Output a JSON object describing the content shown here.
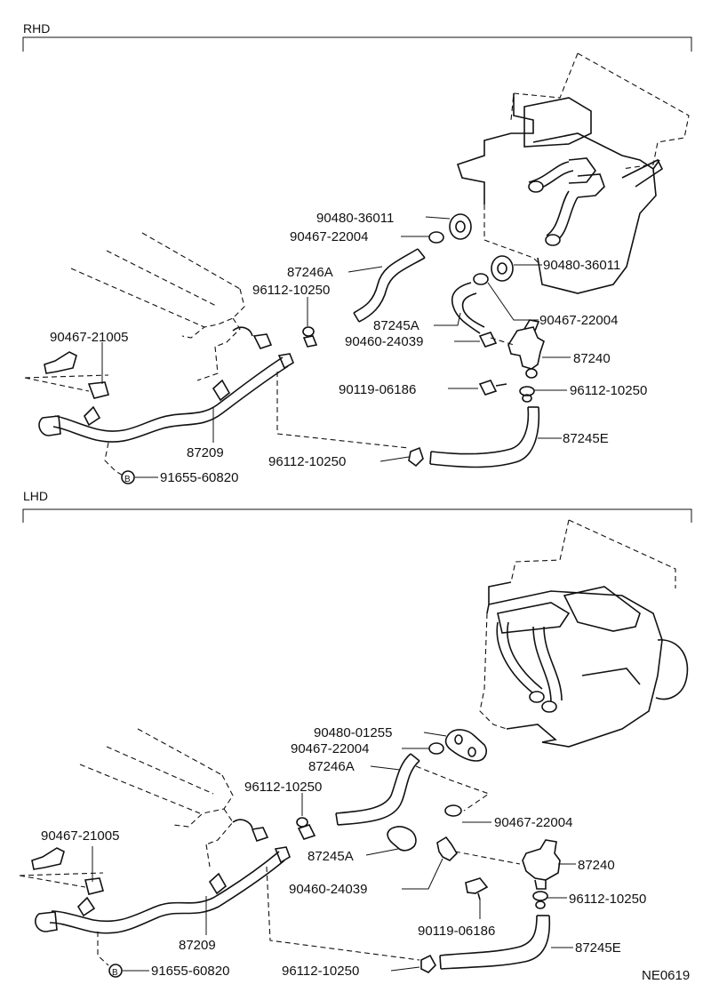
{
  "sections": [
    {
      "id": "rhd",
      "label": "RHD",
      "parts": [
        {
          "id": "p1",
          "number": "90480-36011"
        },
        {
          "id": "p2",
          "number": "90467-22004"
        },
        {
          "id": "p3",
          "number": "87246A"
        },
        {
          "id": "p4",
          "number": "96112-10250"
        },
        {
          "id": "p5",
          "number": "90480-36011"
        },
        {
          "id": "p6",
          "number": "90467-22004"
        },
        {
          "id": "p7",
          "number": "87245A"
        },
        {
          "id": "p8",
          "number": "90460-24039"
        },
        {
          "id": "p9",
          "number": "87240"
        },
        {
          "id": "p10",
          "number": "90119-06186"
        },
        {
          "id": "p11",
          "number": "96112-10250"
        },
        {
          "id": "p12",
          "number": "87245E"
        },
        {
          "id": "p13",
          "number": "96112-10250"
        },
        {
          "id": "p14",
          "number": "90467-21005"
        },
        {
          "id": "p15",
          "number": "87209"
        },
        {
          "id": "p16",
          "number": "91655-60820",
          "marker": "B"
        }
      ]
    },
    {
      "id": "lhd",
      "label": "LHD",
      "parts": [
        {
          "id": "q1",
          "number": "90480-01255"
        },
        {
          "id": "q2",
          "number": "90467-22004"
        },
        {
          "id": "q3",
          "number": "87246A"
        },
        {
          "id": "q4",
          "number": "96112-10250"
        },
        {
          "id": "q5",
          "number": "90467-22004"
        },
        {
          "id": "q6",
          "number": "87245A"
        },
        {
          "id": "q7",
          "number": "87240"
        },
        {
          "id": "q8",
          "number": "90460-24039"
        },
        {
          "id": "q9",
          "number": "96112-10250"
        },
        {
          "id": "q10",
          "number": "90119-06186"
        },
        {
          "id": "q11",
          "number": "87245E"
        },
        {
          "id": "q12",
          "number": "96112-10250"
        },
        {
          "id": "q13",
          "number": "90467-21005"
        },
        {
          "id": "q14",
          "number": "87209"
        },
        {
          "id": "q15",
          "number": "91655-60820",
          "marker": "B"
        }
      ]
    }
  ],
  "figure_code": "NE0619"
}
